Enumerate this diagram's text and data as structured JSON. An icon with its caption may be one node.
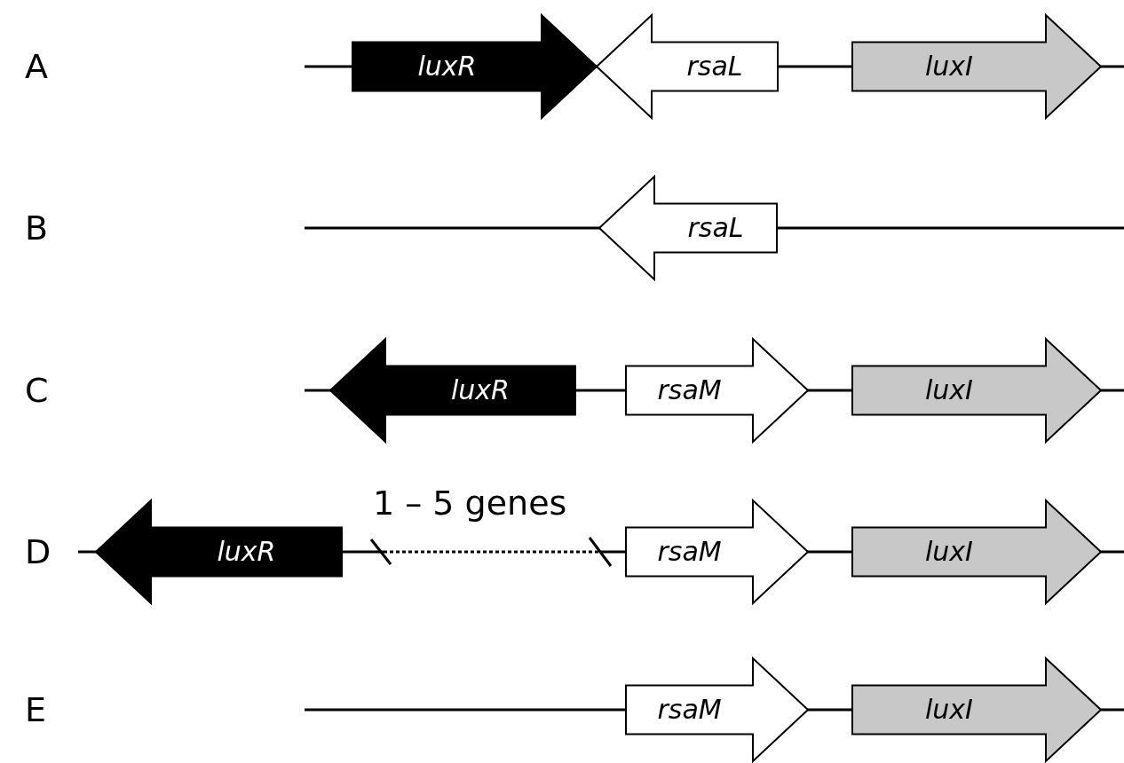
{
  "diagram": {
    "nodes": [
      {
        "text": [
          "luxR"
        ]
      },
      {
        "text": [
          "rsaL"
        ]
      },
      {
        "text": [
          "luxI"
        ]
      },
      {
        "text": [
          "rsaL"
        ]
      },
      {
        "text": [
          "luxR"
        ]
      },
      {
        "text": [
          "rsaM"
        ]
      },
      {
        "text": [
          "luxI"
        ]
      },
      {
        "text": [
          "luxR"
        ]
      },
      {
        "text": [
          "rsaM"
        ]
      },
      {
        "text": [
          "luxI"
        ]
      },
      {
        "text": [
          "rsaM"
        ]
      },
      {
        "text": [
          "luxI"
        ]
      }
    ],
    "labels": [
      "A",
      "B",
      "C",
      "D",
      "1 – 5 genes",
      "E"
    ]
  }
}
